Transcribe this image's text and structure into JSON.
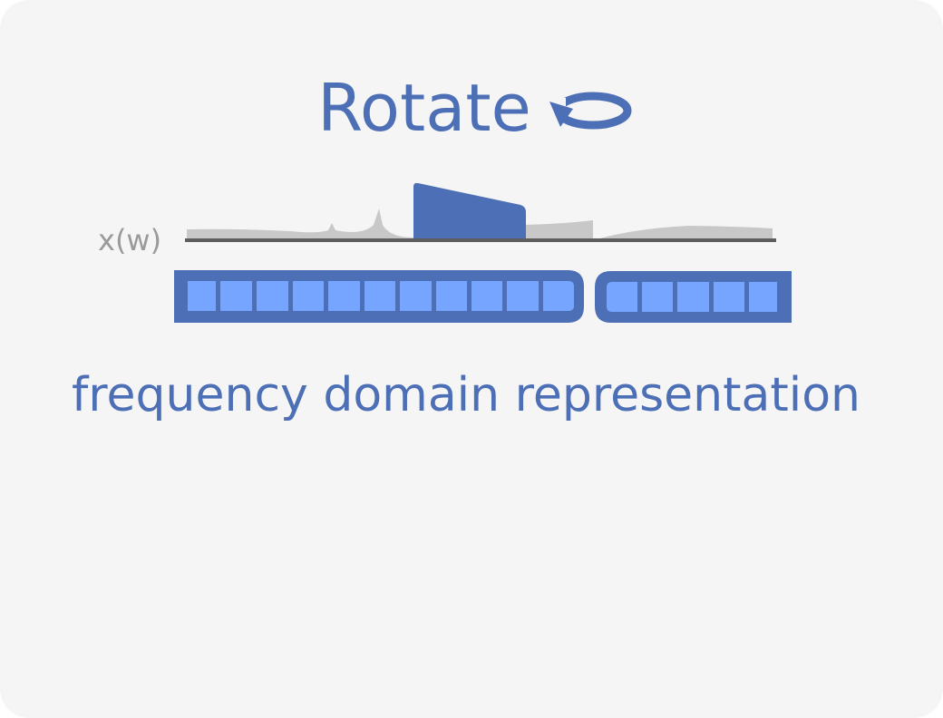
{
  "title": "Rotate",
  "axis_label": "x(w)",
  "caption": "frequency domain representation",
  "colors": {
    "accent": "#4d6fb5",
    "cell": "#76a5ff",
    "spectrum_gray": "#c8c8c8",
    "axis": "#5d5d5d",
    "label_gray": "#9a9a9a",
    "background": "#f5f5f6"
  },
  "icons": {
    "rotate": "rotate-arrow-icon"
  },
  "blocks": [
    {
      "cells": 11
    },
    {
      "cells": 5
    }
  ]
}
